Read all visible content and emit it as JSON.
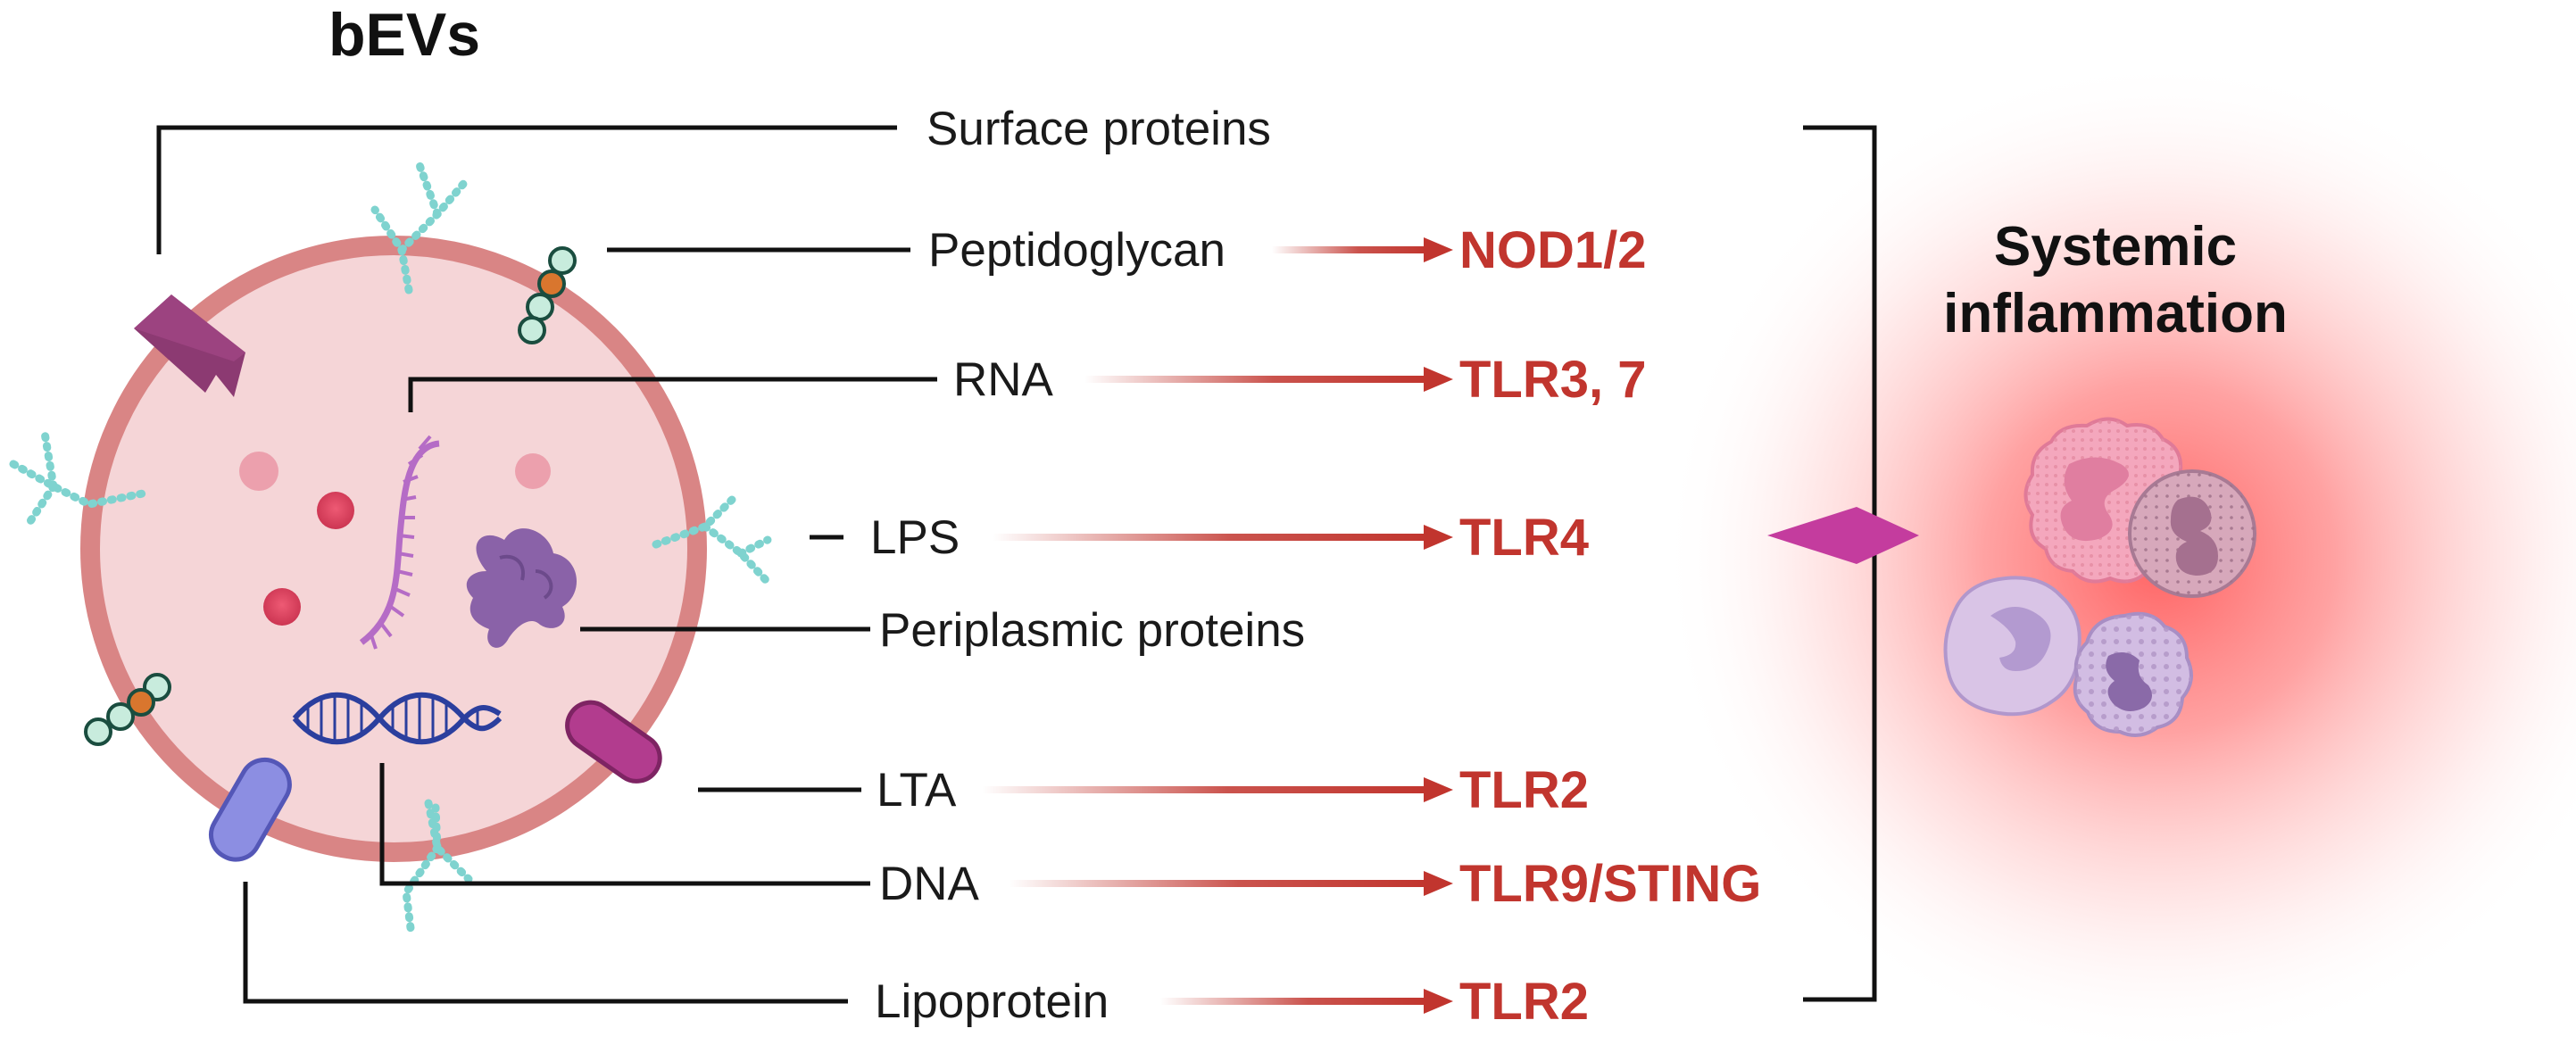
{
  "title": "bEVs",
  "outcome": {
    "line1": "Systemic",
    "line2": "inflammation"
  },
  "components": [
    {
      "id": "surface",
      "label": "Surface proteins",
      "receptor": ""
    },
    {
      "id": "pg",
      "label": "Peptidoglycan",
      "receptor": "NOD1/2"
    },
    {
      "id": "rna",
      "label": "RNA",
      "receptor": "TLR3, 7"
    },
    {
      "id": "lps",
      "label": "LPS",
      "receptor": "TLR4"
    },
    {
      "id": "peri",
      "label": "Periplasmic proteins",
      "receptor": ""
    },
    {
      "id": "lta",
      "label": "LTA",
      "receptor": "TLR2"
    },
    {
      "id": "dna",
      "label": "DNA",
      "receptor": "TLR9/STING"
    },
    {
      "id": "lipo",
      "label": "Lipoprotein",
      "receptor": "TLR2"
    }
  ],
  "colors": {
    "receptor": "#c1352e",
    "arrow": "#c1352e",
    "vesicle_fill": "#f4d4d6",
    "vesicle_border": "#d98585",
    "outcome_arrow": "#c43c9e",
    "glow": "#ff6b6b",
    "lps_chain": "#7fd3cf"
  }
}
